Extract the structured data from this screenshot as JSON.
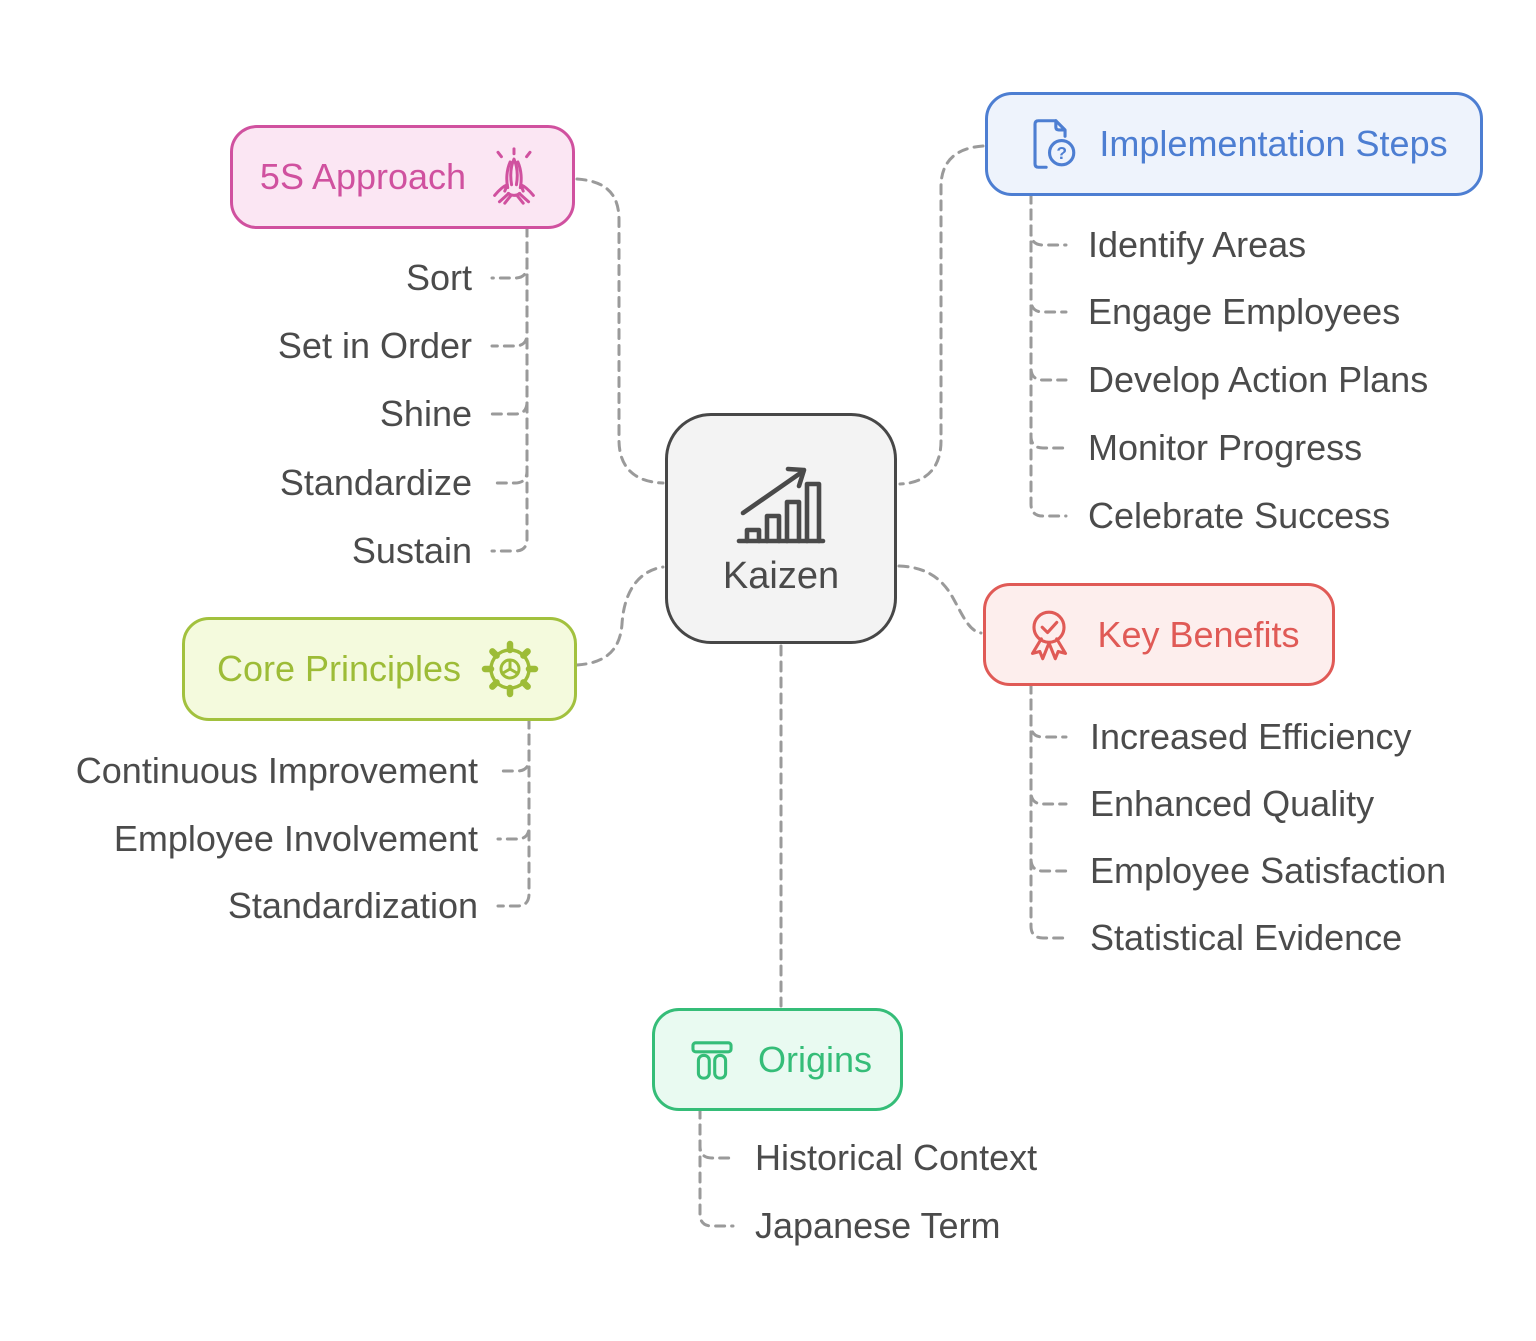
{
  "center": {
    "label": "Kaizen",
    "icon": "growth-chart-icon",
    "border_color": "#474747",
    "fill": "#f3f3f3"
  },
  "branches": [
    {
      "id": "5s-approach",
      "title": "5S Approach",
      "icon": "praying-hands-icon",
      "color": "#d0519f",
      "fill": "#fbe6f3",
      "items": [
        "Sort",
        "Set in Order",
        "Shine",
        "Standardize",
        "Sustain"
      ]
    },
    {
      "id": "implementation-steps",
      "title": "Implementation Steps",
      "icon": "document-question-icon",
      "color": "#4d7ed2",
      "fill": "#eef3fc",
      "items": [
        "Identify Areas",
        "Engage Employees",
        "Develop Action Plans",
        "Monitor Progress",
        "Celebrate Success"
      ]
    },
    {
      "id": "core-principles",
      "title": "Core Principles",
      "icon": "gear-icon",
      "color": "#a2c13e",
      "fill": "#f4fadd",
      "items": [
        "Continuous Improvement",
        "Employee Involvement",
        "Standardization"
      ]
    },
    {
      "id": "key-benefits",
      "title": "Key Benefits",
      "icon": "award-medal-icon",
      "color": "#e05a56",
      "fill": "#fdeeed",
      "items": [
        "Increased Efficiency",
        "Enhanced Quality",
        "Employee Satisfaction",
        "Statistical Evidence"
      ]
    },
    {
      "id": "origins",
      "title": "Origins",
      "icon": "stonehenge-icon",
      "color": "#35bd78",
      "fill": "#e9faf1",
      "items": [
        "Historical Context",
        "Japanese Term"
      ]
    }
  ],
  "connector_color": "#9a9a9a",
  "item_text_color": "#4b4b4b"
}
